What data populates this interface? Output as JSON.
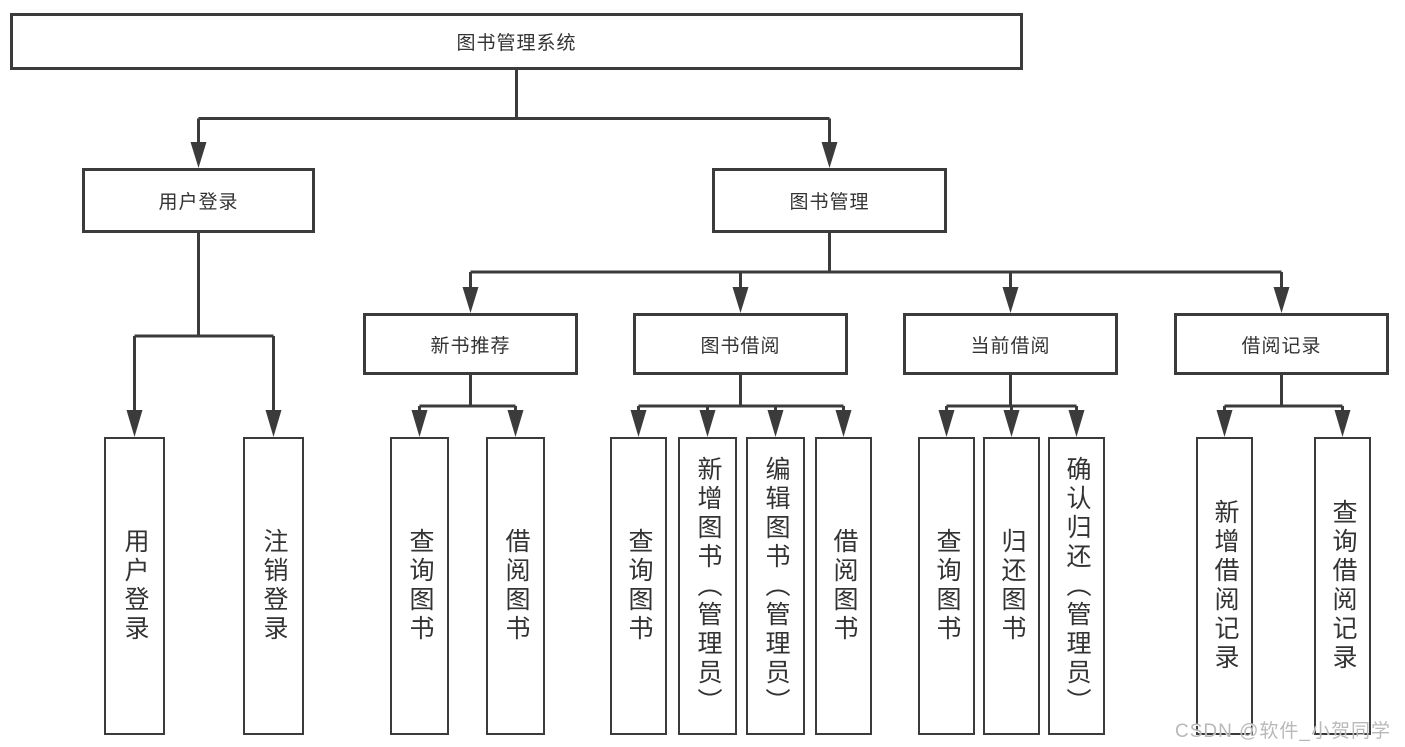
{
  "diagram": {
    "root": {
      "label": "图书管理系统"
    },
    "children": [
      {
        "label": "用户登录",
        "children": [
          {
            "label": "用户登录"
          },
          {
            "label": "注销登录"
          }
        ]
      },
      {
        "label": "图书管理",
        "children": [
          {
            "label": "新书推荐",
            "children": [
              {
                "label": "查询图书"
              },
              {
                "label": "借阅图书"
              }
            ]
          },
          {
            "label": "图书借阅",
            "children": [
              {
                "label": "查询图书"
              },
              {
                "label": "新增图书（管理员）"
              },
              {
                "label": "编辑图书（管理员）"
              },
              {
                "label": "借阅图书"
              }
            ]
          },
          {
            "label": "当前借阅",
            "children": [
              {
                "label": "查询图书"
              },
              {
                "label": "归还图书"
              },
              {
                "label": "确认归还（管理员）"
              }
            ]
          },
          {
            "label": "借阅记录",
            "children": [
              {
                "label": "新增借阅记录"
              },
              {
                "label": "查询借阅记录"
              }
            ]
          }
        ]
      }
    ]
  },
  "watermark": {
    "text": "CSDN @软件_小贺同学"
  },
  "colors": {
    "line": "#3b3b3b",
    "text": "#333333",
    "watermark": "#b9b9b9",
    "background": "#ffffff"
  }
}
